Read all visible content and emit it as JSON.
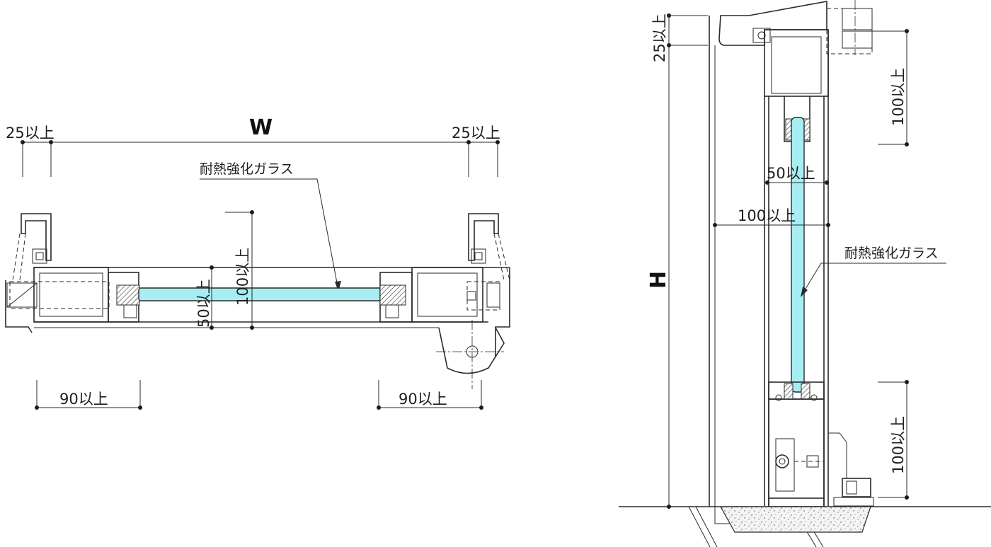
{
  "plan_view": {
    "width_symbol": "W",
    "clearance_left": "25以上",
    "clearance_right": "25以上",
    "glass_label": "耐熱強化ガラス",
    "face_width": "100以上",
    "glass_depth": "50以上",
    "jamb_left": "90以上",
    "jamb_right": "90以上"
  },
  "section_view": {
    "height_symbol": "H",
    "clearance_top": "25以上",
    "head_depth": "100以上",
    "glass_depth": "50以上",
    "frame_width": "100以上",
    "glass_label": "耐熱強化ガラス",
    "sill_depth": "100以上"
  },
  "colors": {
    "glass": "#a6eef3",
    "line": "#2a2a2a",
    "background": "#ffffff"
  }
}
